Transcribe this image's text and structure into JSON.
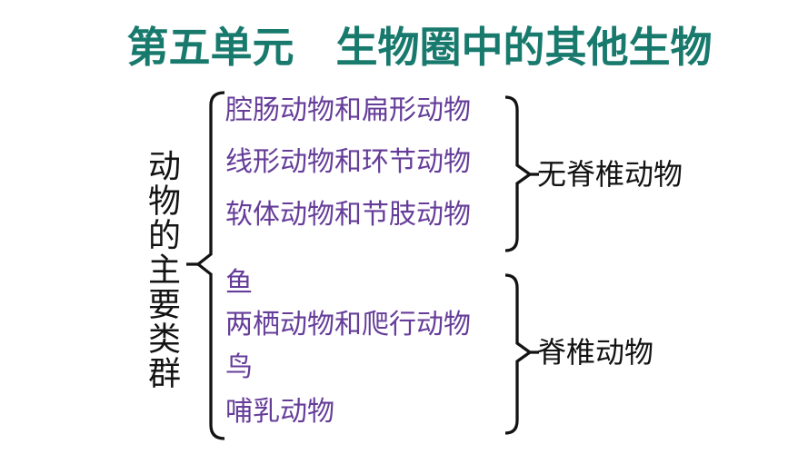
{
  "slide": {
    "title": "第五单元　生物圈中的其他生物"
  },
  "left_bracket_label": "动物的主要类群",
  "groups": [
    {
      "label": "无脊椎动物",
      "items": [
        "腔肠动物和扁形动物",
        "线形动物和环节动物",
        "软体动物和节肢动物"
      ]
    },
    {
      "label": "脊椎动物",
      "items": [
        "鱼",
        "两栖动物和爬行动物",
        "鸟",
        "哺乳动物"
      ]
    }
  ],
  "colors": {
    "background": "#ffffff",
    "title": "#18796d",
    "items": "#653d99",
    "text": "#131313",
    "brace": "#131313"
  }
}
